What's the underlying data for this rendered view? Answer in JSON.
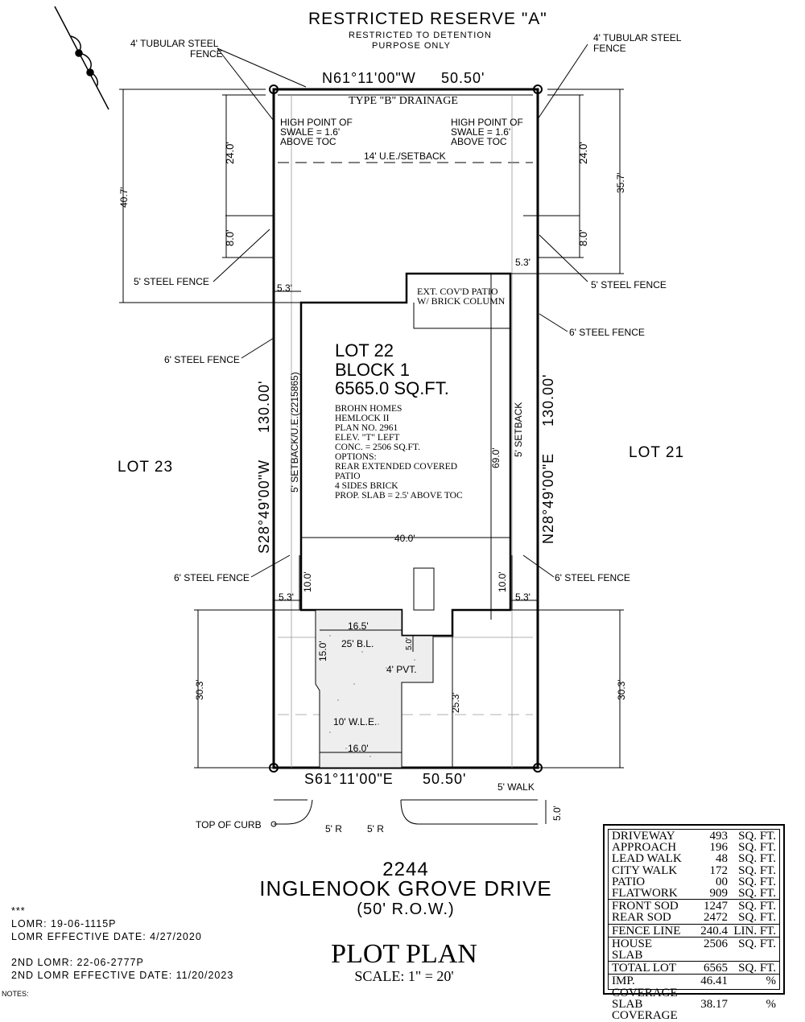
{
  "reserve": {
    "title": "RESTRICTED RESERVE \"A\"",
    "sub1": "RESTRICTED TO DETENTION",
    "sub2": "PURPOSE ONLY"
  },
  "bearings": {
    "north": "N61°11'00\"W",
    "north_len": "50.50'",
    "south": "S61°11'00\"E",
    "south_len": "50.50'",
    "west": "S28°49'00\"W",
    "west_len": "130.00'",
    "east": "N28°49'00\"E",
    "east_len": "130.00'"
  },
  "labels": {
    "drainage": "TYPE \"B\" DRAINAGE",
    "hp1": "HIGH POINT OF",
    "hp2": "SWALE = 1.6'",
    "hp3": "ABOVE TOC",
    "ue": "14' U.E./SETBACK",
    "tub1": "4' TUBULAR STEEL",
    "tub2": "FENCE",
    "steel5": "5' STEEL FENCE",
    "steel6": "6' STEEL FENCE",
    "patio1": "EXT. COV'D PATIO",
    "patio2": "W/ BRICK COLUMN",
    "lot23": "LOT 23",
    "lot21": "LOT 21",
    "setback_left": "5' SETBACK/U.E.(2215865)",
    "setback_right": "5' SETBACK",
    "bl": "25' B.L.",
    "pvt": "4' PVT.",
    "wle": "10' W.L.E.",
    "walk": "5' WALK",
    "curb": "TOP OF CURB",
    "radius": "5' R"
  },
  "lot": {
    "line1": "LOT 22",
    "line2": "BLOCK 1",
    "line3": "6565.0 SQ.FT."
  },
  "house": [
    "BROHN HOMES",
    "HEMLOCK II",
    "PLAN NO. 2961",
    "ELEV. \"T\" LEFT",
    "CONC. = 2506 SQ.FT.",
    "OPTIONS:",
    "REAR EXTENDED COVERED",
    "PATIO",
    "4 SIDES BRICK",
    "PROP. SLAB = 2.5' ABOVE TOC"
  ],
  "dims": {
    "d40_7": "40.7'",
    "d24_0": "24.0'",
    "d8_0": "8.0'",
    "d35_7": "35.7'",
    "d5_3": "5.3'",
    "d69_0": "69.0'",
    "d40_0": "40.0'",
    "d10_0": "10.0'",
    "d30_3": "30.3'",
    "d16_5": "16.5'",
    "d15_0": "15.0'",
    "d5_0": "5.0'",
    "d25_3": "25.3'",
    "d16_0": "16.0'"
  },
  "address": {
    "number": "2244",
    "street": "INGLENOOK GROVE DRIVE",
    "row": "(50' R.O.W.)"
  },
  "plan": {
    "title": "PLOT PLAN",
    "scale": "SCALE: 1\" = 20'"
  },
  "notes": [
    "***",
    "LOMR: 19-06-1115P",
    "LOMR EFFECTIVE DATE: 4/27/2020",
    "",
    "2ND LOMR: 22-06-2777P",
    "2ND LOMR EFFECTIVE DATE: 11/20/2023"
  ],
  "footer": "NOTES:",
  "table": [
    [
      [
        "DRIVEWAY",
        "493",
        "SQ. FT."
      ],
      [
        "APPROACH",
        "196",
        "SQ. FT."
      ],
      [
        "LEAD WALK",
        "48",
        "SQ. FT."
      ],
      [
        "CITY WALK",
        "172",
        "SQ. FT."
      ],
      [
        "PATIO",
        "00",
        "SQ. FT."
      ],
      [
        "FLATWORK",
        "909",
        "SQ. FT."
      ]
    ],
    [
      [
        "FRONT SOD",
        "1247",
        "SQ. FT."
      ],
      [
        "REAR SOD",
        "2472",
        "SQ. FT."
      ]
    ],
    [
      [
        "FENCE LINE",
        "240.4",
        "LIN. FT."
      ]
    ],
    [
      [
        "HOUSE SLAB",
        "2506",
        "SQ. FT."
      ]
    ],
    [
      [
        "TOTAL LOT",
        "6565",
        "SQ. FT."
      ]
    ],
    [
      [
        "IMP. COVERAGE",
        "46.41",
        "%"
      ],
      [
        "SLAB COVERAGE",
        "38.17",
        "%"
      ]
    ]
  ]
}
